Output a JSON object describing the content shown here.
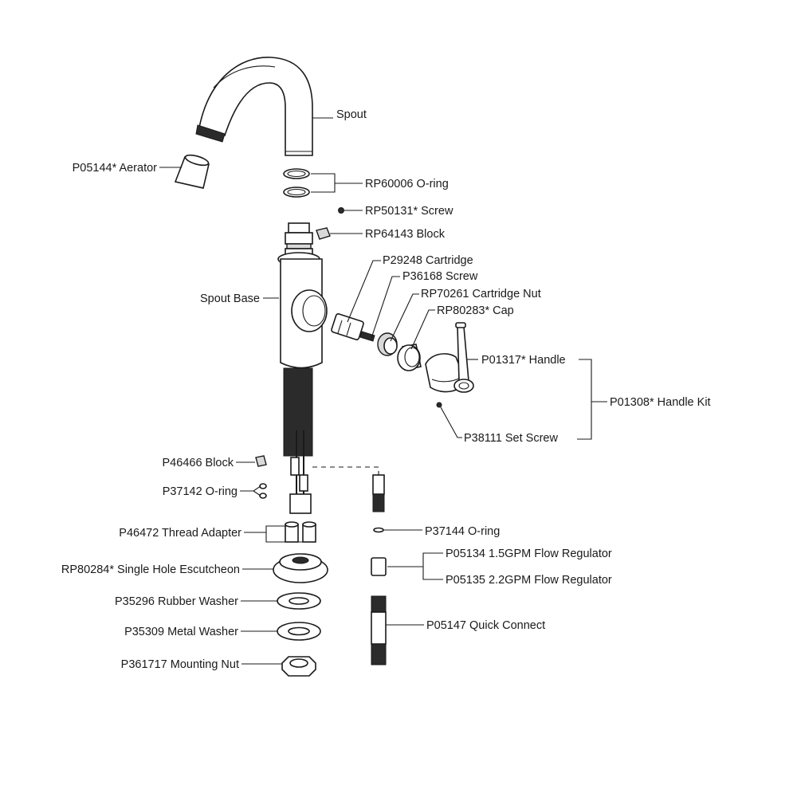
{
  "labels": {
    "spout": "Spout",
    "aerator": "P05144* Aerator",
    "oring_60006": "RP60006 O-ring",
    "screw_50131": "RP50131* Screw",
    "block_64143": "RP64143 Block",
    "cartridge": "P29248 Cartridge",
    "screw_36168": "P36168 Screw",
    "cartridge_nut": "RP70261 Cartridge Nut",
    "cap": "RP80283* Cap",
    "spout_base": "Spout Base",
    "handle": "P01317* Handle",
    "handle_kit": "P01308* Handle Kit",
    "set_screw": "P38111 Set Screw",
    "block_46466": "P46466 Block",
    "oring_37142": "P37142 O-ring",
    "thread_adapter": "P46472 Thread Adapter",
    "oring_37144": "P37144 O-ring",
    "flow_reg_15": "P05134 1.5GPM Flow Regulator",
    "flow_reg_22": "P05135 2.2GPM Flow Regulator",
    "escutcheon": "RP80284* Single Hole Escutcheon",
    "quick_connect": "P05147 Quick Connect",
    "rubber_washer": "P35296 Rubber Washer",
    "metal_washer": "P35309 Metal Washer",
    "mounting_nut": "P361717 Mounting Nut"
  },
  "colors": {
    "ink": "#1a1a1a",
    "background": "#ffffff"
  }
}
